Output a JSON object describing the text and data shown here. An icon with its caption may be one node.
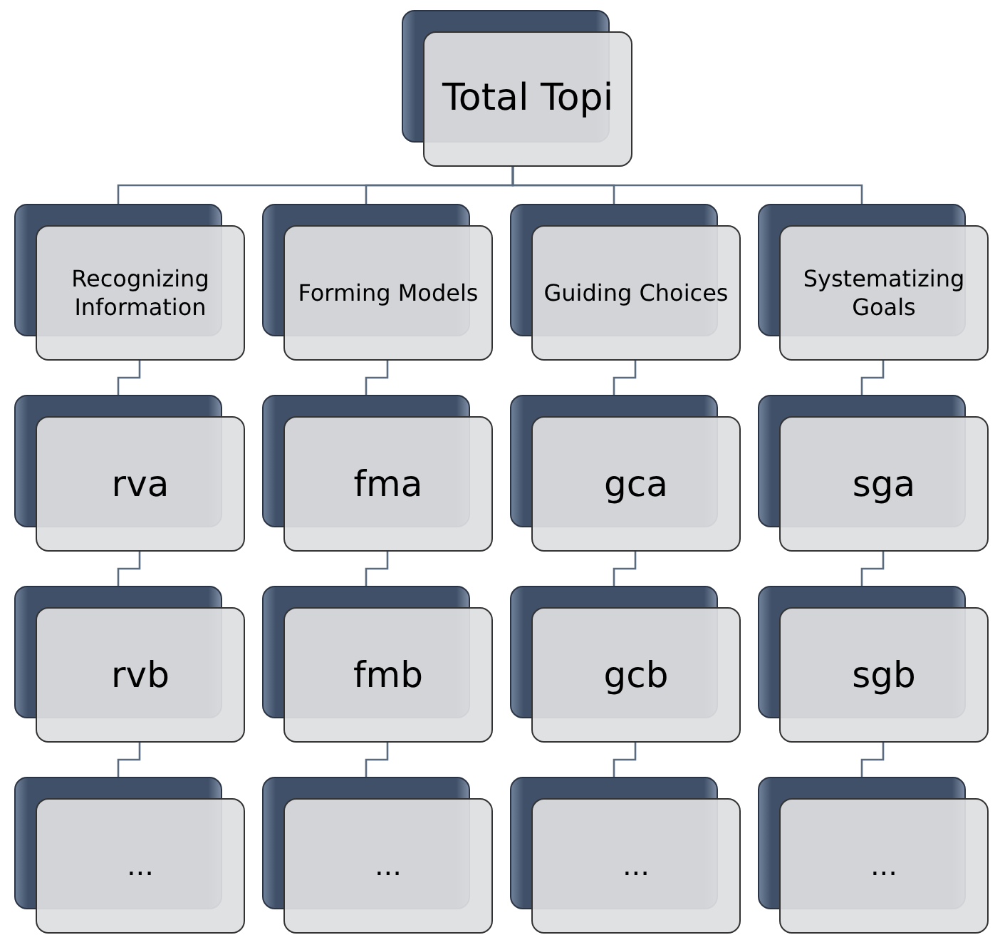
{
  "diagram": {
    "nodes": [
      {
        "text": [
          "Total Topi"
        ]
      },
      {
        "text": [
          "Recognizing Information"
        ]
      },
      {
        "text": [
          "Forming Models"
        ]
      },
      {
        "text": [
          "Guiding Choices"
        ]
      },
      {
        "text": [
          "Systematizing Goals"
        ]
      },
      {
        "text": [
          "rva"
        ]
      },
      {
        "text": [
          "fma"
        ]
      },
      {
        "text": [
          "gca"
        ]
      },
      {
        "text": [
          "sga"
        ]
      },
      {
        "text": [
          "rvb"
        ]
      },
      {
        "text": [
          "fmb"
        ]
      },
      {
        "text": [
          "gcb"
        ]
      },
      {
        "text": [
          "sgb"
        ]
      },
      {
        "text": [
          "..."
        ]
      },
      {
        "text": [
          "..."
        ]
      },
      {
        "text": [
          "..."
        ]
      },
      {
        "text": [
          "..."
        ]
      }
    ],
    "edges": [
      {
        "from": 0,
        "to": 1,
        "arrow": "none"
      },
      {
        "from": 0,
        "to": 2,
        "arrow": "none"
      },
      {
        "from": 0,
        "to": 3,
        "arrow": "none"
      },
      {
        "from": 0,
        "to": 4,
        "arrow": "none"
      },
      {
        "from": 1,
        "to": 5,
        "arrow": "none"
      },
      {
        "from": 2,
        "to": 6,
        "arrow": "none"
      },
      {
        "from": 3,
        "to": 7,
        "arrow": "none"
      },
      {
        "from": 4,
        "to": 8,
        "arrow": "none"
      },
      {
        "from": 5,
        "to": 9,
        "arrow": "none"
      },
      {
        "from": 6,
        "to": 10,
        "arrow": "none"
      },
      {
        "from": 7,
        "to": 11,
        "arrow": "none"
      },
      {
        "from": 8,
        "to": 12,
        "arrow": "none"
      },
      {
        "from": 9,
        "to": 13,
        "arrow": "none"
      },
      {
        "from": 10,
        "to": 14,
        "arrow": "none"
      },
      {
        "from": 11,
        "to": 15,
        "arrow": "none"
      },
      {
        "from": 12,
        "to": 16,
        "arrow": "none"
      }
    ]
  }
}
